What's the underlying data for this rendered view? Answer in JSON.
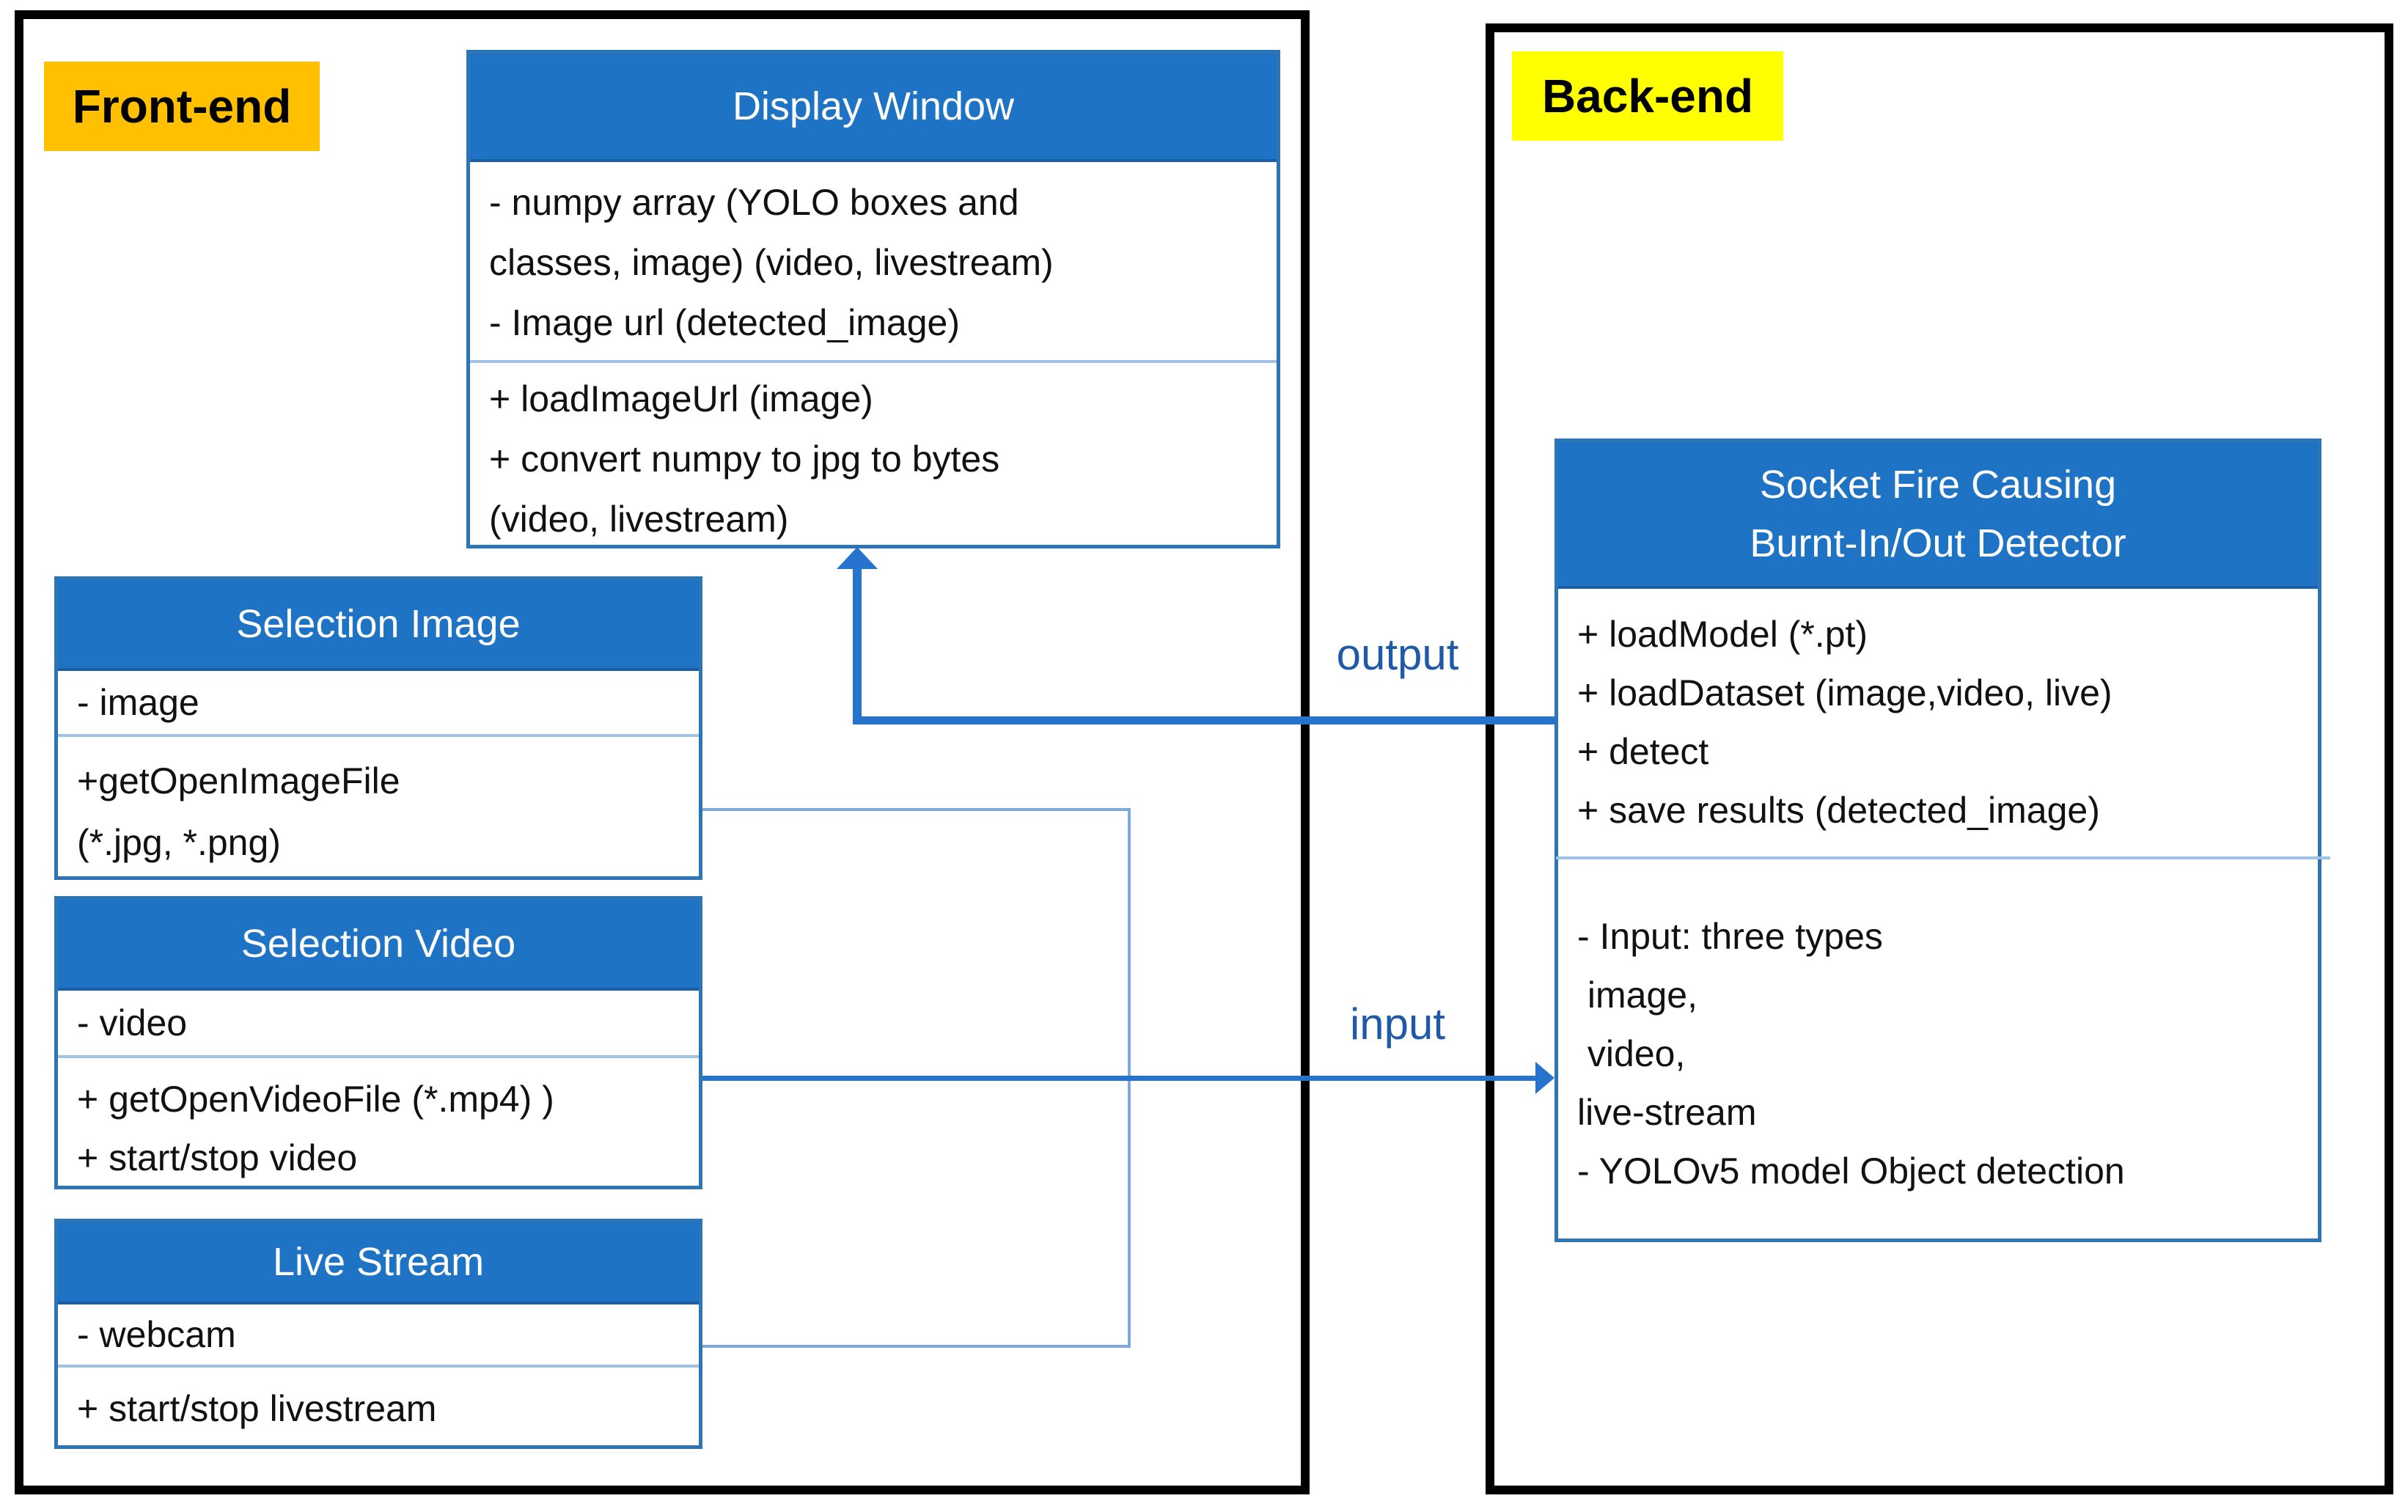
{
  "colors": {
    "header_blue": "#1E73C5",
    "box_border_blue": "#2E75B6",
    "divider_blue": "#9DC3E6",
    "arrow_blue": "#2673CE",
    "bracket_blue": "#7FA9DC",
    "label_text_blue": "#1F5AA8",
    "frontend_label_bg": "#FFC000",
    "backend_label_bg": "#FFFF00",
    "border_black": "#000000"
  },
  "frontend": {
    "label": "Front-end",
    "display_window": {
      "title": "Display Window",
      "attributes": "- numpy array (YOLO boxes and\nclasses, image) (video, livestream)\n- Image url (detected_image)",
      "methods": "+ loadImageUrl (image)\n+ convert numpy to jpg to bytes\n(video, livestream)"
    },
    "selection_image": {
      "title": "Selection Image",
      "attributes": "- image",
      "methods": "+getOpenImageFile\n(*.jpg, *.png)"
    },
    "selection_video": {
      "title": "Selection Video",
      "attributes": "- video",
      "methods": "+ getOpenVideoFile (*.mp4) )\n+ start/stop video"
    },
    "live_stream": {
      "title": "Live Stream",
      "attributes": "- webcam",
      "methods": "+ start/stop livestream"
    }
  },
  "backend": {
    "label": "Back-end",
    "detector": {
      "title": "Socket Fire Causing\nBurnt-In/Out Detector",
      "methods": "+ loadModel (*.pt)\n+ loadDataset (image,video, live)\n+ detect\n+ save results (detected_image)",
      "notes": "- Input: three types\n image,\n video,\nlive-stream\n- YOLOv5 model Object detection"
    }
  },
  "connectors": {
    "output_label": "output",
    "input_label": "input"
  }
}
